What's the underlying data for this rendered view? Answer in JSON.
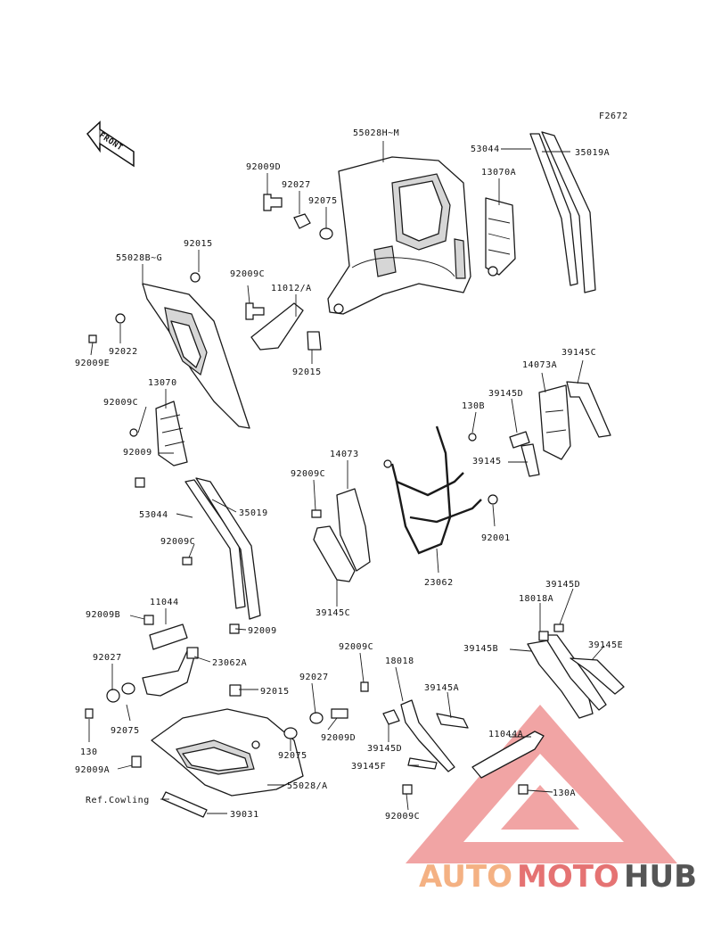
{
  "diagram": {
    "figure_code": "F2672",
    "front_label": "FRONT",
    "watermark": {
      "part1": "AUTO",
      "part2": "MOTO",
      "part3": "HUB"
    },
    "labels": [
      "55028H~M",
      "53044",
      "35019A",
      "13070A",
      "92009D",
      "92027",
      "92075",
      "92015",
      "55028B~G",
      "92009C",
      "11012/A",
      "92022",
      "92009E",
      "92015",
      "13070",
      "92009C",
      "92009",
      "14073A",
      "39145C",
      "39145D",
      "130B",
      "39145",
      "14073",
      "92009C",
      "92001",
      "23062",
      "53044",
      "35019",
      "92009C",
      "39145C",
      "92009B",
      "11044",
      "92009",
      "18018A",
      "39145D",
      "92027",
      "23062A",
      "92009C",
      "18018",
      "39145B",
      "39145E",
      "92015",
      "92027",
      "39145A",
      "92075",
      "92009D",
      "130",
      "92075",
      "11044A",
      "39145D",
      "92009A",
      "39145F",
      "130A",
      "55028/A",
      "Ref.Cowling",
      "39031",
      "92009C"
    ]
  }
}
